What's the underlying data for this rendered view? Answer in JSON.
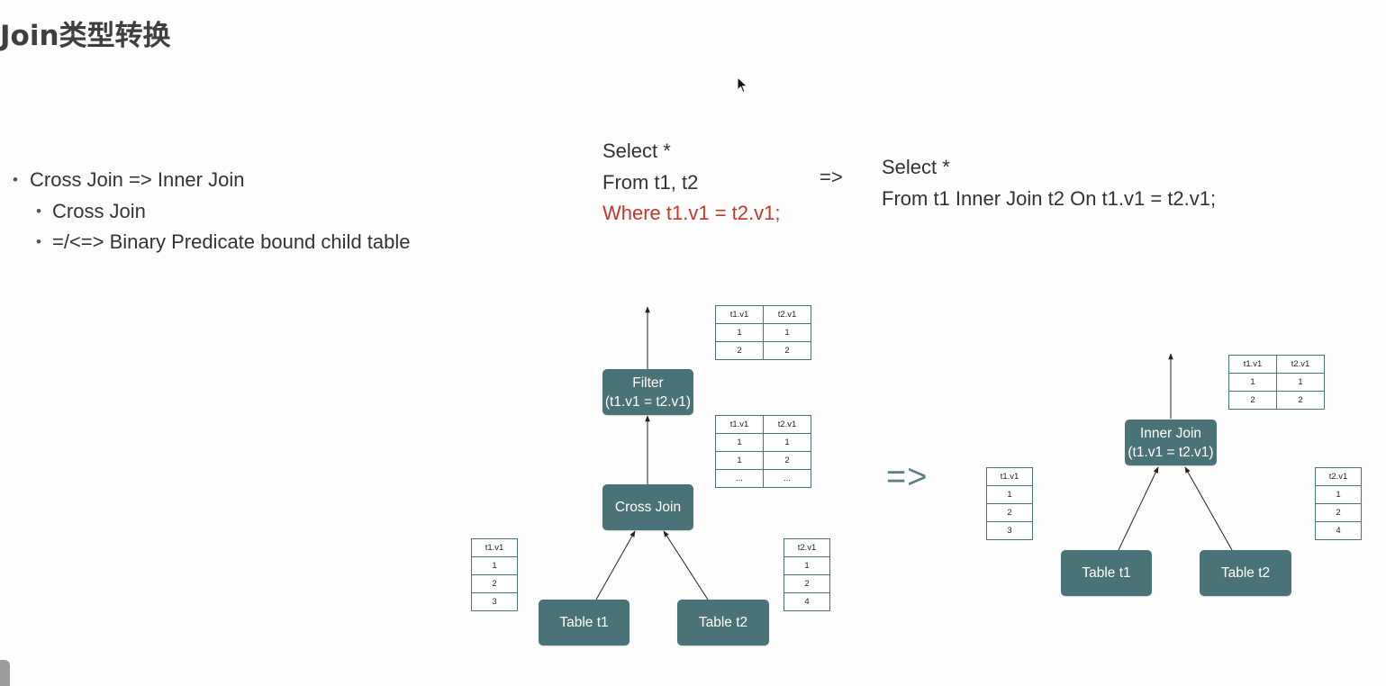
{
  "title": "Join类型转换",
  "bullets": [
    {
      "level": 1,
      "text": "Cross Join => Inner Join"
    },
    {
      "level": 2,
      "text": "Cross Join"
    },
    {
      "level": 2,
      "text": "=/<=> Binary Predicate bound child table"
    }
  ],
  "sql_before": {
    "line1": "Select *",
    "line2": "From t1, t2",
    "line3": "Where t1.v1 = t2.v1;"
  },
  "sql_arrow": "=>",
  "sql_after": {
    "line1": "Select *",
    "line2": "From t1 Inner Join t2 On t1.v1 = t2.v1;"
  },
  "plan_arrow": "=>",
  "left_plan": {
    "filter_node": {
      "line1": "Filter",
      "line2": "(t1.v1 = t2.v1)"
    },
    "cross_join_node": "Cross Join",
    "table_t1_node": "Table t1",
    "table_t2_node": "Table t2",
    "filter_output": {
      "headers": [
        "t1.v1",
        "t2.v1"
      ],
      "rows": [
        [
          "1",
          "1"
        ],
        [
          "2",
          "2"
        ]
      ]
    },
    "cross_output": {
      "headers": [
        "t1.v1",
        "t2.v1"
      ],
      "rows": [
        [
          "1",
          "1"
        ],
        [
          "1",
          "2"
        ],
        [
          "...",
          "..."
        ]
      ]
    },
    "t1_data": {
      "header": "t1.v1",
      "rows": [
        "1",
        "2",
        "3"
      ]
    },
    "t2_data": {
      "header": "t2.v1",
      "rows": [
        "1",
        "2",
        "4"
      ]
    }
  },
  "right_plan": {
    "inner_join_node": {
      "line1": "Inner Join",
      "line2": "(t1.v1 = t2.v1)"
    },
    "table_t1_node": "Table t1",
    "table_t2_node": "Table t2",
    "join_output": {
      "headers": [
        "t1.v1",
        "t2.v1"
      ],
      "rows": [
        [
          "1",
          "1"
        ],
        [
          "2",
          "2"
        ]
      ]
    },
    "t1_data": {
      "header": "t1.v1",
      "rows": [
        "1",
        "2",
        "3"
      ]
    },
    "t2_data": {
      "header": "t2.v1",
      "rows": [
        "1",
        "2",
        "4"
      ]
    }
  },
  "colors": {
    "node_fill": "#4a7377",
    "highlight_text": "#c0392b",
    "big_arrow": "#5a7f84"
  }
}
